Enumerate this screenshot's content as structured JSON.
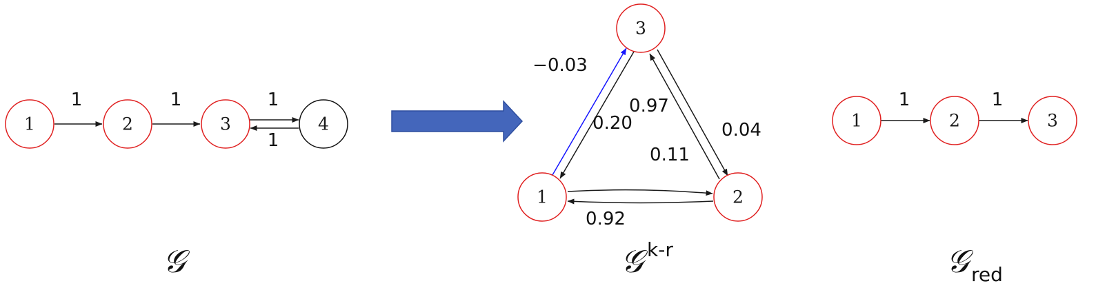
{
  "colors": {
    "highlight_node": "#e02020",
    "plain_node": "#111111",
    "edge": "#1a1a1a",
    "negative_edge": "#1515ff",
    "arrow": "#4466bb",
    "arrow_stroke": "#2f4f9f"
  },
  "graph_g": {
    "nodes": [
      {
        "id": "1",
        "label": "1",
        "highlight": true
      },
      {
        "id": "2",
        "label": "2",
        "highlight": true
      },
      {
        "id": "3",
        "label": "3",
        "highlight": true
      },
      {
        "id": "4",
        "label": "4",
        "highlight": false
      }
    ],
    "edges": [
      {
        "from": "1",
        "to": "2",
        "weight": "1"
      },
      {
        "from": "2",
        "to": "3",
        "weight": "1"
      },
      {
        "from": "3",
        "to": "4",
        "weight": "1"
      },
      {
        "from": "4",
        "to": "3",
        "weight": "1"
      }
    ],
    "caption": "𝒢"
  },
  "graph_kr": {
    "nodes": [
      {
        "id": "1",
        "label": "1",
        "highlight": true
      },
      {
        "id": "2",
        "label": "2",
        "highlight": true
      },
      {
        "id": "3",
        "label": "3",
        "highlight": true
      }
    ],
    "edges": [
      {
        "from": "1",
        "to": "3",
        "weight": "−0.03",
        "negative": true
      },
      {
        "from": "3",
        "to": "1",
        "weight": "0.20"
      },
      {
        "from": "2",
        "to": "3",
        "weight": "0.97"
      },
      {
        "from": "3",
        "to": "2",
        "weight": "0.04"
      },
      {
        "from": "1",
        "to": "2",
        "weight": "0.11"
      },
      {
        "from": "2",
        "to": "1",
        "weight": "0.92"
      }
    ],
    "caption": "𝒢",
    "caption_sup": "k-r"
  },
  "graph_red": {
    "nodes": [
      {
        "id": "1",
        "label": "1",
        "highlight": true
      },
      {
        "id": "2",
        "label": "2",
        "highlight": true
      },
      {
        "id": "3",
        "label": "3",
        "highlight": true
      }
    ],
    "edges": [
      {
        "from": "1",
        "to": "2",
        "weight": "1"
      },
      {
        "from": "2",
        "to": "3",
        "weight": "1"
      }
    ],
    "caption": "𝒢",
    "caption_sub": "red"
  }
}
